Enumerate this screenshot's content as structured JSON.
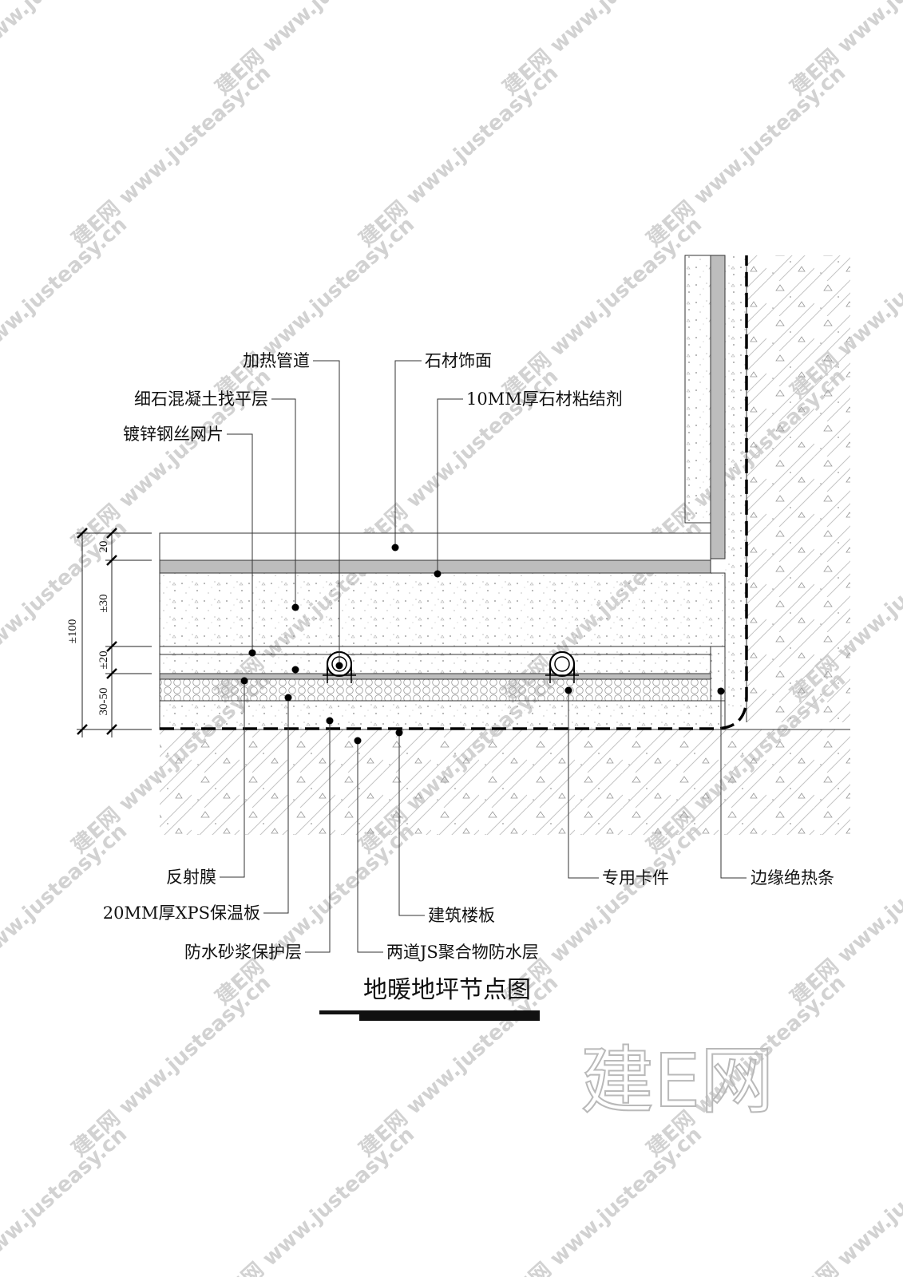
{
  "title": "地暖地坪节点图",
  "labels": {
    "heating_pipe": "加热管道",
    "stone_finish": "石材饰面",
    "fine_concrete": "细石混凝土找平层",
    "stone_adhesive": "10MM厚石材粘结剂",
    "wire_mesh": "镀锌钢丝网片",
    "reflective_film": "反射膜",
    "xps_board": "20MM厚XPS保温板",
    "mortar_layer": "防水砂浆保护层",
    "floor_slab": "建筑楼板",
    "js_waterproof": "两道JS聚合物防水层",
    "clip": "专用卡件",
    "edge_strip": "边缘绝热条"
  },
  "dimensions": {
    "total": "±100",
    "d1": "20",
    "d2": "±30",
    "d3": "±20",
    "d4": "30-50"
  },
  "watermark": {
    "brand": "建E网",
    "url": "www.justeasy.cn"
  }
}
